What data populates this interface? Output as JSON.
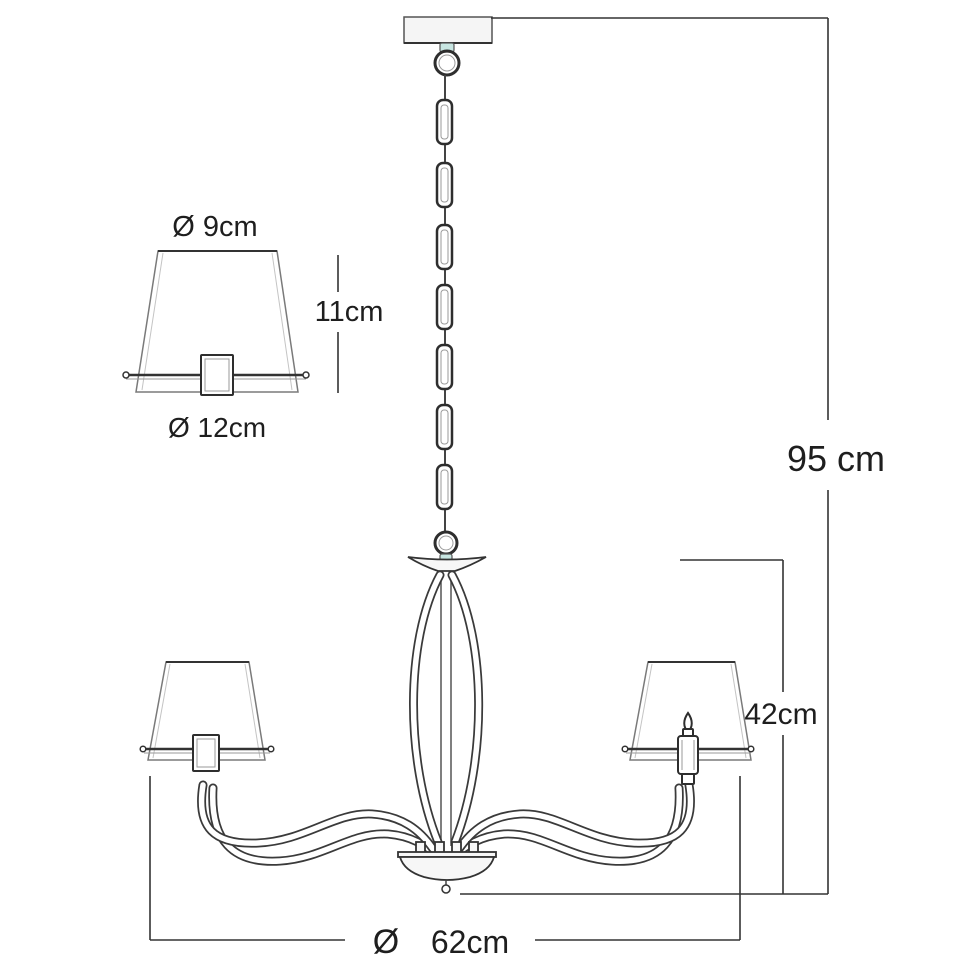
{
  "shade_detail": {
    "top_diameter_label": "Ø 9cm",
    "height_label": "11cm",
    "bottom_diameter_label": "Ø 12cm"
  },
  "chandelier": {
    "total_height_label": "95 cm",
    "body_height_label": "42cm",
    "diameter_symbol": "Ø",
    "diameter_label": "62cm"
  },
  "colors": {
    "line": "#333333",
    "connector_accent": "#c8e6e2"
  }
}
